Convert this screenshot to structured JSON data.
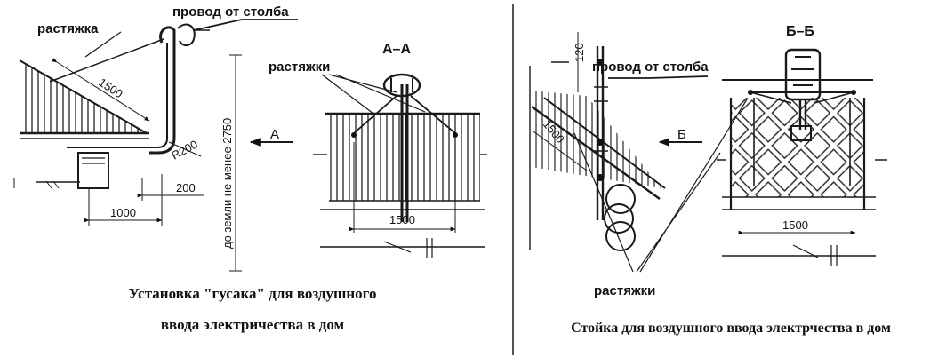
{
  "left": {
    "label_guy": "растяжка",
    "label_wire": "провод от столба",
    "label_guys": "растяжки",
    "section_title": "А–А",
    "view_letter": "А",
    "dim_slope": "1500",
    "dim_radius": "R200",
    "dim_200": "200",
    "dim_1000": "1000",
    "dim_height": "до земли не менее 2750",
    "dim_section": "1500",
    "caption_line1": "Установка \"гусака\" для воздушного",
    "caption_line2": "ввода электричества в дом"
  },
  "right": {
    "label_wire": "провод от столба",
    "section_title": "Б–Б",
    "view_letter": "Б",
    "dim_120": "120",
    "dim_slope": "1500",
    "dim_section": "1500",
    "label_guys": "растяжки",
    "caption": "Стойка для воздушного ввода электрчества в дом"
  }
}
